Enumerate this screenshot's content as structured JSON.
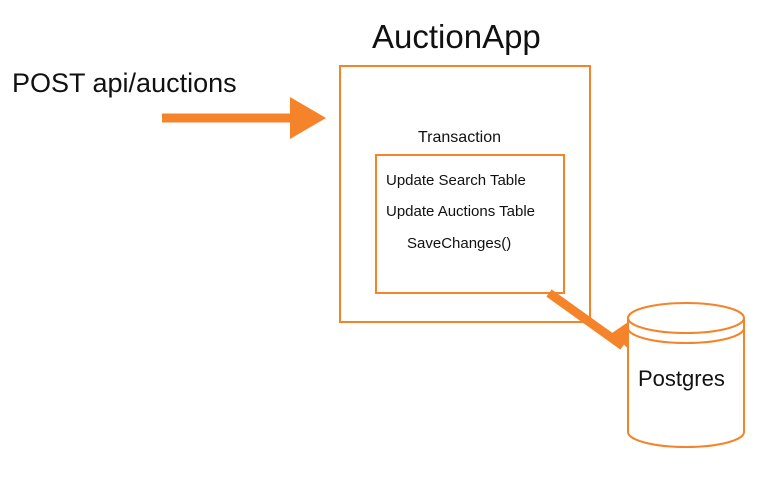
{
  "request": {
    "label": "POST api/auctions"
  },
  "app": {
    "title": "AuctionApp"
  },
  "transaction": {
    "label": "Transaction",
    "steps": [
      "Update Search Table",
      "Update Auctions Table",
      "SaveChanges()"
    ]
  },
  "database": {
    "label": "Postgres",
    "icon": "database-cylinder-icon"
  },
  "colors": {
    "accent": "#F5832A",
    "text": "#111111",
    "background": "#FFFFFF"
  }
}
